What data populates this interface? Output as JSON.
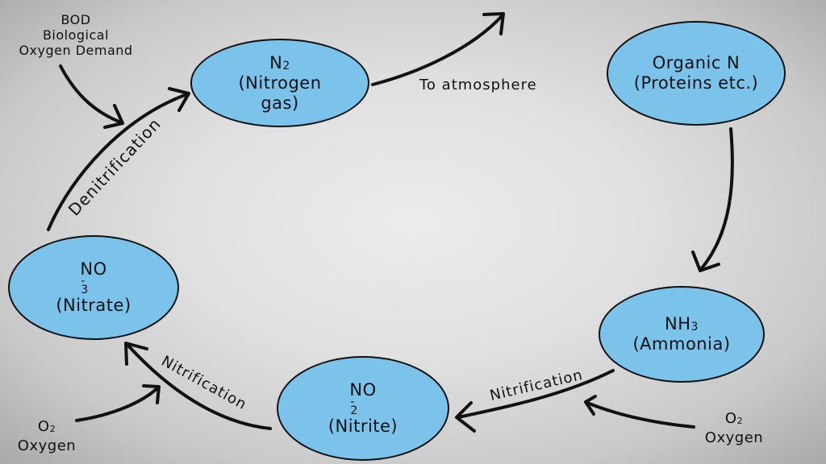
{
  "nodes": {
    "n2": {
      "symbol": "N",
      "sub": "2",
      "line1": "(Nitrogen",
      "line2": "gas)"
    },
    "organic": {
      "line1": "Organic N",
      "line2": "(Proteins etc.)"
    },
    "nh3": {
      "symbol": "NH",
      "sub": "3",
      "name": "(Ammonia)"
    },
    "no2": {
      "symbol": "NO",
      "charge": "-",
      "sub": "2",
      "name": "(Nitrite)"
    },
    "no3": {
      "symbol": "NO",
      "charge": "-",
      "sub": "3",
      "name": "(Nitrate)"
    }
  },
  "bod": {
    "line1": "BOD",
    "line2": "Biological",
    "line3": "Oxygen Demand"
  },
  "oxygen_left": {
    "symbol": "O",
    "sub": "2",
    "label": "Oxygen"
  },
  "oxygen_right": {
    "symbol": "O",
    "sub": "2",
    "label": "Oxygen"
  },
  "labels": {
    "atmosphere": "To atmosphere",
    "denitrification": "Denitrification",
    "nitrification_left": "Nitrification",
    "nitrification_right": "Nitrification"
  },
  "colors": {
    "node_fill": "#7cc3ec",
    "stroke": "#111111"
  }
}
